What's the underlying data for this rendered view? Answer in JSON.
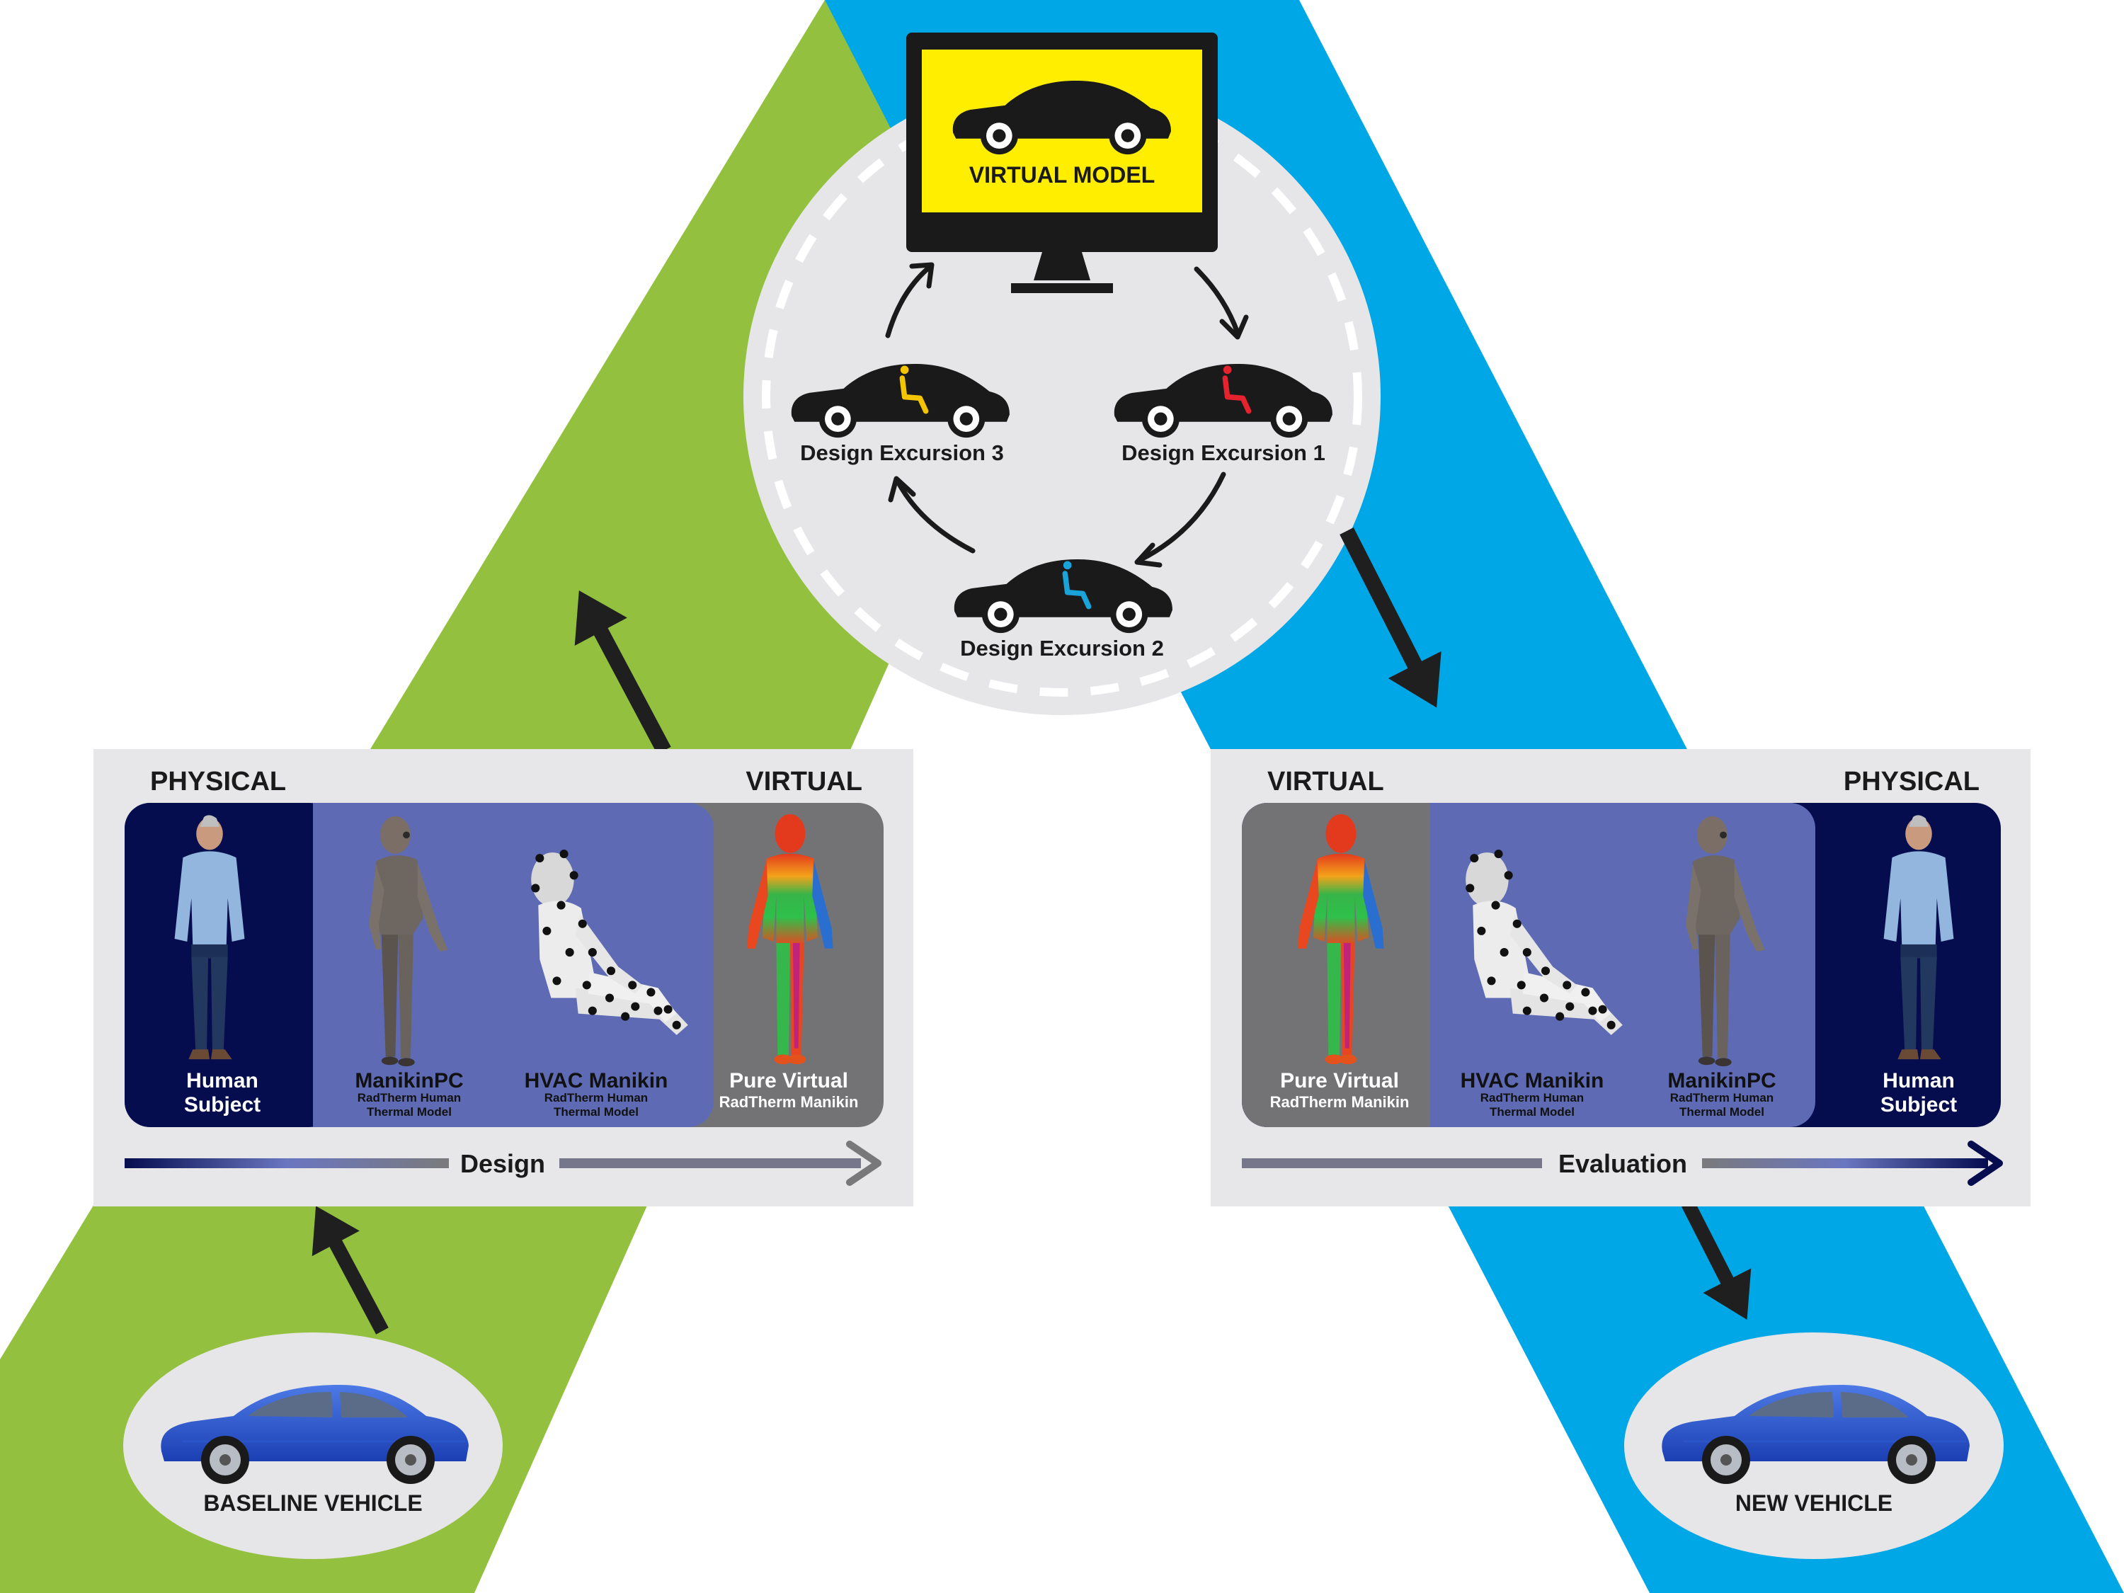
{
  "colors": {
    "green_band": "#93c13f",
    "blue_band": "#00a7e7",
    "circle_bg": "#e6e6e8",
    "panel_bg": "#e7e7e9",
    "navy": "#050d4f",
    "periwinkle": "#5e6bb4",
    "gray_box": "#737376",
    "monitor_screen": "#ffee00",
    "arrow_dark": "#1f1f1f"
  },
  "virtual_model": {
    "label": "VIRTUAL MODEL"
  },
  "excursions": [
    {
      "label": "Design Excursion 1",
      "seat_color": "#e4232f"
    },
    {
      "label": "Design Excursion 2",
      "seat_color": "#1aa3d9"
    },
    {
      "label": "Design Excursion 3",
      "seat_color": "#f2c500"
    }
  ],
  "design_panel": {
    "header_left": "PHYSICAL",
    "header_right": "VIRTUAL",
    "arrow_label": "Design",
    "items": [
      {
        "name_line1": "Human",
        "name_line2": "Subject",
        "sub1": "",
        "sub2": ""
      },
      {
        "name_line1": "ManikinPC",
        "name_line2": "",
        "sub1": "RadTherm Human",
        "sub2": "Thermal Model"
      },
      {
        "name_line1": "HVAC Manikin",
        "name_line2": "",
        "sub1": "RadTherm Human",
        "sub2": "Thermal Model"
      },
      {
        "name_line1": "Pure Virtual",
        "name_line2": "RadTherm Manikin",
        "sub1": "",
        "sub2": ""
      }
    ]
  },
  "evaluation_panel": {
    "header_left": "VIRTUAL",
    "header_right": "PHYSICAL",
    "arrow_label": "Evaluation",
    "items": [
      {
        "name_line1": "Pure Virtual",
        "name_line2": "RadTherm Manikin",
        "sub1": "",
        "sub2": ""
      },
      {
        "name_line1": "HVAC Manikin",
        "name_line2": "",
        "sub1": "RadTherm Human",
        "sub2": "Thermal Model"
      },
      {
        "name_line1": "ManikinPC",
        "name_line2": "",
        "sub1": "RadTherm Human",
        "sub2": "Thermal Model"
      },
      {
        "name_line1": "Human",
        "name_line2": "Subject",
        "sub1": "",
        "sub2": ""
      }
    ]
  },
  "baseline": {
    "label": "BASELINE VEHICLE"
  },
  "new_vehicle": {
    "label": "NEW VEHICLE"
  }
}
